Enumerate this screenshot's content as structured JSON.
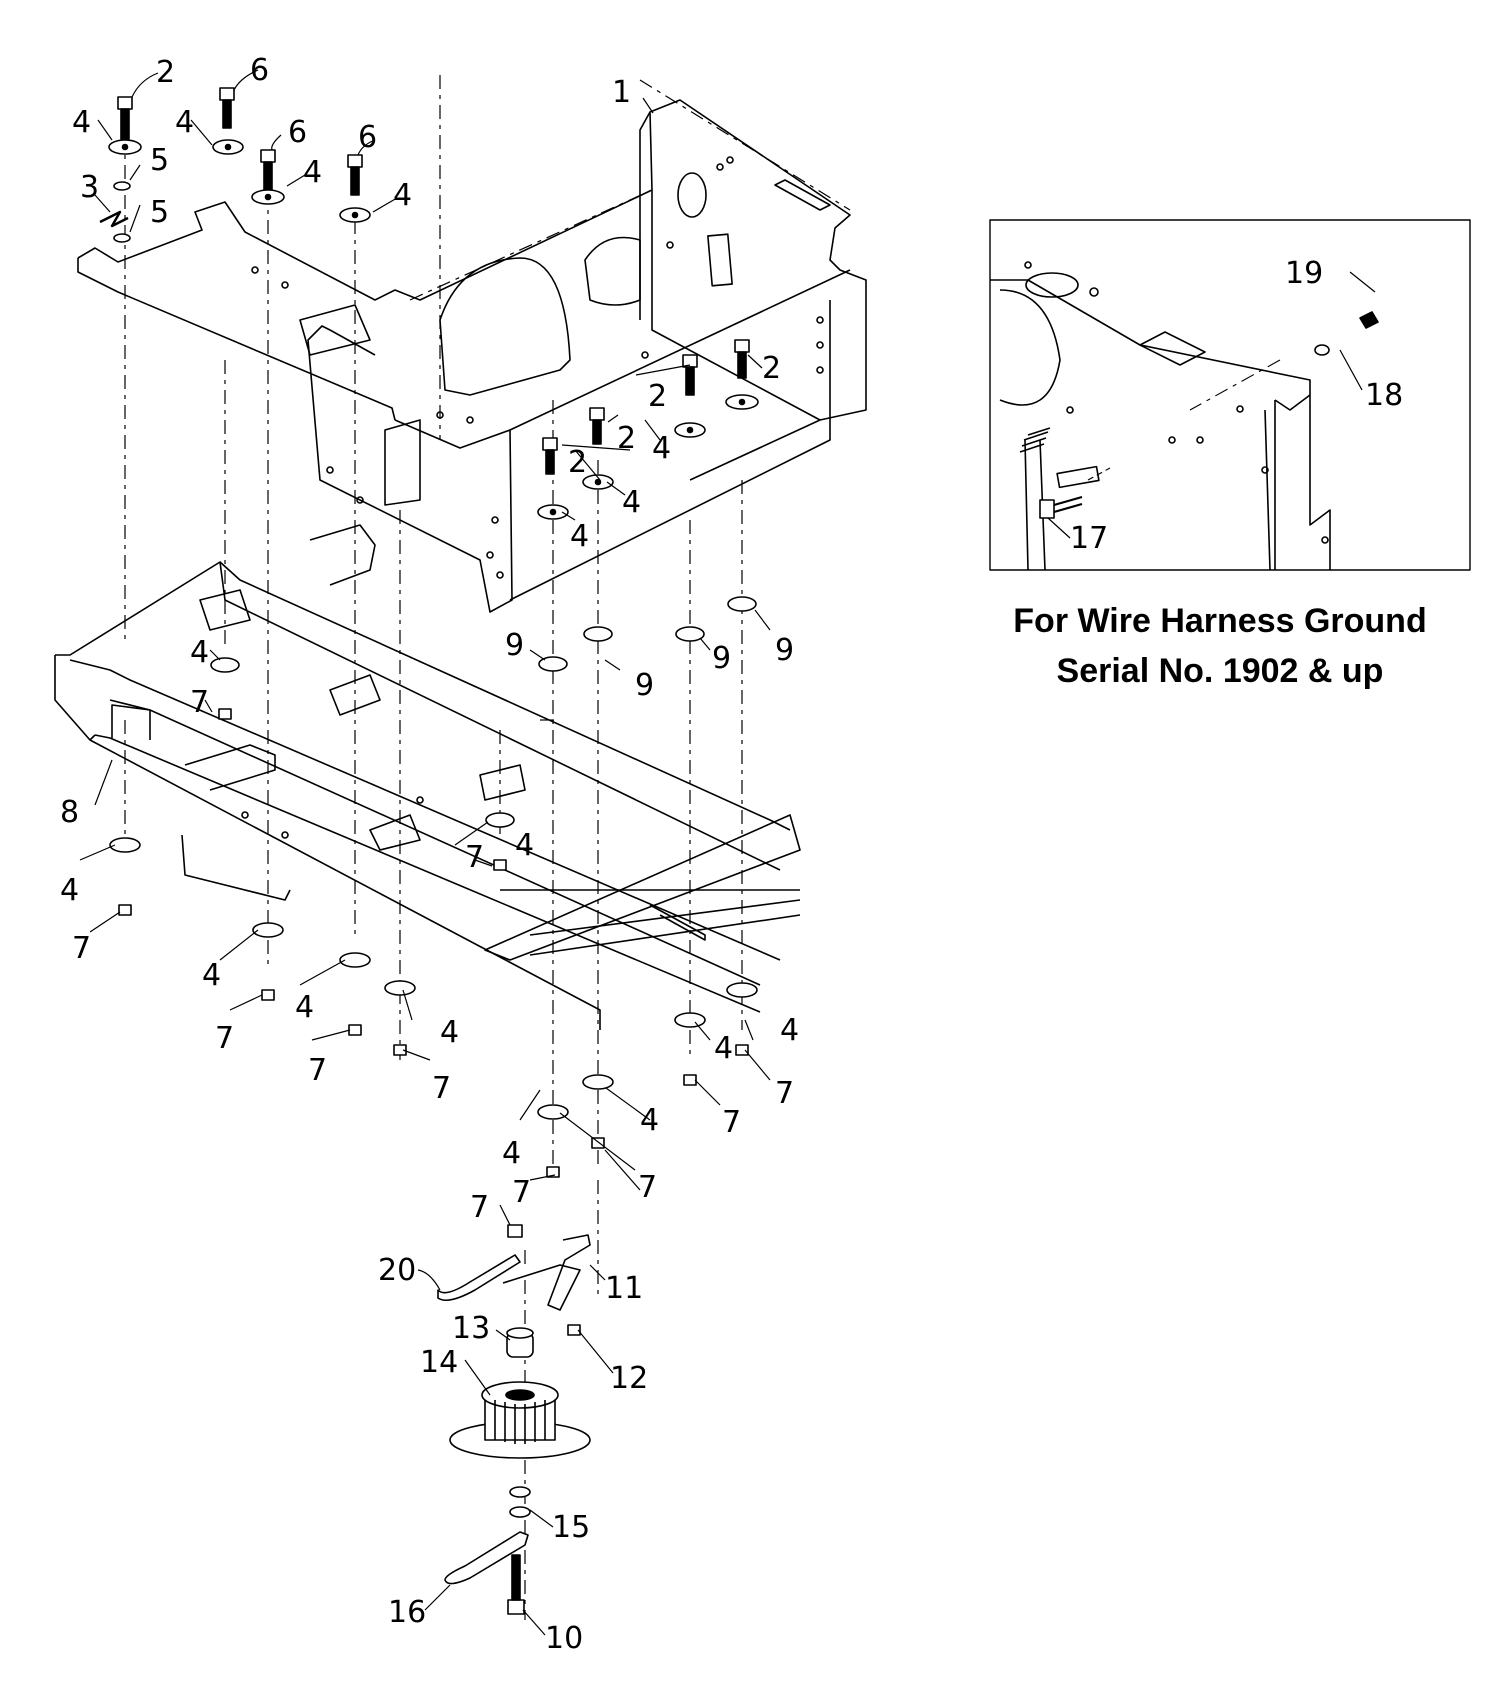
{
  "diagram": {
    "caption_line1": "For Wire Harness Ground",
    "caption_line2": "Serial No. 1902 & up",
    "callouts": [
      "1",
      "2",
      "3",
      "4",
      "5",
      "6",
      "7",
      "8",
      "9",
      "10",
      "11",
      "12",
      "13",
      "14",
      "15",
      "16",
      "17",
      "18",
      "19",
      "20"
    ],
    "line_color": "#000000",
    "background": "#ffffff"
  }
}
